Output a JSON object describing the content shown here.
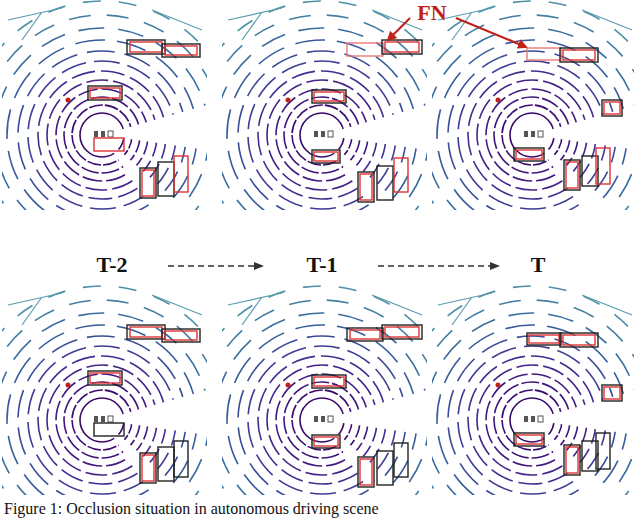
{
  "diagram": {
    "caption": "Figure 1: Occlusion situation in autonomous driving scene",
    "labels": [
      "FN",
      "T-2",
      "T-1",
      "T"
    ]
  }
}
